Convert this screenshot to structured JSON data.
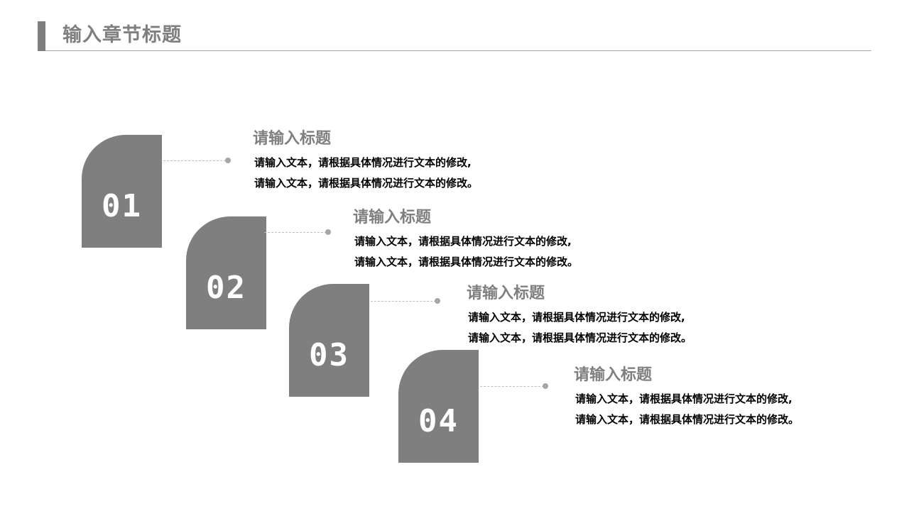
{
  "header": {
    "title": "输入章节标题"
  },
  "colors": {
    "block": "#7f7f7f",
    "title": "#7f7f7f",
    "text": "#000000",
    "accent_line": "#a6a6a6"
  },
  "steps": [
    {
      "number": "01",
      "title": "请输入标题",
      "line1": "请输入文本，请根据具体情况进行文本的修改,",
      "line2": "请输入文本，请根据具体情况进行文本的修改。"
    },
    {
      "number": "02",
      "title": "请输入标题",
      "line1": "请输入文本，请根据具体情况进行文本的修改,",
      "line2": "请输入文本，请根据具体情况进行文本的修改。"
    },
    {
      "number": "03",
      "title": "请输入标题",
      "line1": "请输入文本，请根据具体情况进行文本的修改,",
      "line2": "请输入文本，请根据具体情况进行文本的修改。"
    },
    {
      "number": "04",
      "title": "请输入标题",
      "line1": "请输入文本，请根据具体情况进行文本的修改,",
      "line2": "请输入文本，请根据具体情况进行文本的修改。"
    }
  ]
}
